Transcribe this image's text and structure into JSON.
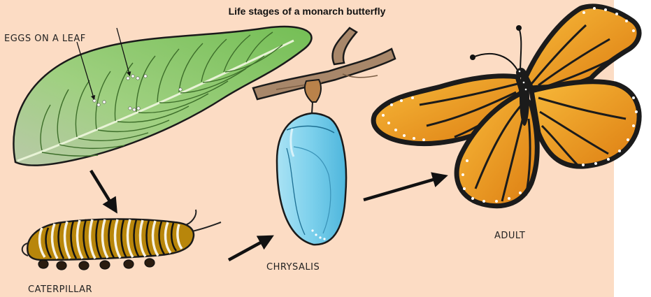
{
  "title": "Life stages of a monarch butterfly",
  "labels": {
    "eggs": "EGGS ON A LEAF",
    "caterpillar": "CATERPILLAR",
    "chrysalis": "CHRYSALIS",
    "adult": "ADULT"
  },
  "colors": {
    "background": "#fcdcc4",
    "leaf": "#86c46a",
    "chrysalis": "#7fd3ee",
    "wing_orange": "#f0a020",
    "wing_black": "#1b1b1b",
    "twig": "#a8876a"
  }
}
